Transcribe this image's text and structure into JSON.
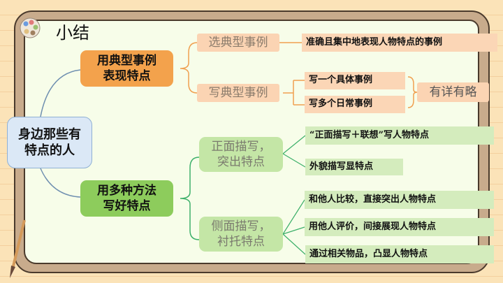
{
  "title": "小结",
  "root": "身边那些有\n特点的人",
  "branches": [
    {
      "label": "用典型事例\n表现特点",
      "children": [
        {
          "label": "选典型事例",
          "leaves": [
            "准确且集中地表现人物特点的事例"
          ]
        },
        {
          "label": "写典型事例",
          "leaves": [
            "写一个具体事例",
            "写多个日常事例"
          ],
          "summary": "有详有略"
        }
      ]
    },
    {
      "label": "用多种方法\n写好特点",
      "children": [
        {
          "label": "正面描写，\n突出特点",
          "leaves": [
            "“正面描写＋联想”写人物特点",
            "外貌描写显特点"
          ]
        },
        {
          "label": "侧面描写，\n衬托特点",
          "leaves": [
            "和他人比较，直接突出人物特点",
            "用他人评价，间接展现人物特点",
            "通过相关物品，凸显人物特点"
          ]
        }
      ]
    }
  ],
  "colors": {
    "orange": "#f3a24c",
    "green": "#8dcc5c",
    "blue": "#dbe8f6"
  }
}
